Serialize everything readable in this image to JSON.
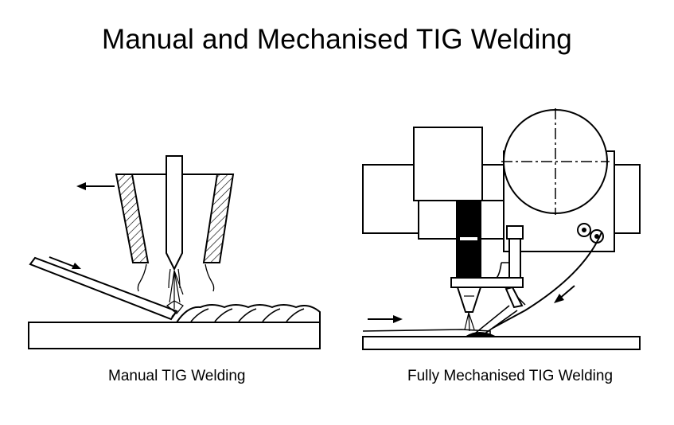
{
  "diagram": {
    "title": "Manual and Mechanised TIG Welding",
    "left_caption": "Manual TIG Welding",
    "right_caption": "Fully Mechanised TIG Welding"
  },
  "colors": {
    "line": "#000000",
    "background": "#ffffff"
  }
}
